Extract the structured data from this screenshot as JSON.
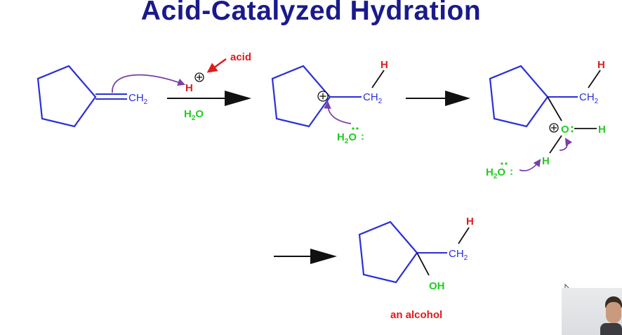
{
  "slide": {
    "title": "Acid-Catalyzed Hydration"
  },
  "labels": {
    "ch2": "CH",
    "sub2": "2",
    "h": "H",
    "acid": "acid",
    "water_h": "H",
    "water_o": "O",
    "colon": ":",
    "oh": "OH",
    "o": "O",
    "product_caption": "an alcohol"
  },
  "colors": {
    "title": "#1a1a8c",
    "structure": "#2b2fd6",
    "highlight_red": "#e01b1b",
    "highlight_green": "#22cc22",
    "curved_arrow": "#7a3fa6"
  },
  "icons": {
    "webcam": "presenter-webcam-thumbnail"
  }
}
